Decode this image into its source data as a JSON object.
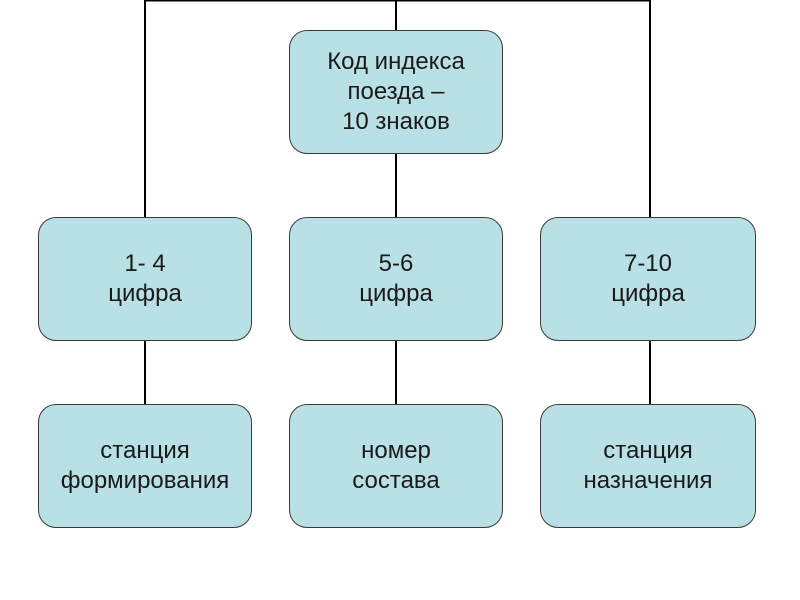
{
  "diagram": {
    "root": {
      "lines": [
        "Код индекса",
        "поезда –",
        "10 знаков"
      ]
    },
    "digits": [
      {
        "lines": [
          "1- 4",
          "цифра"
        ]
      },
      {
        "lines": [
          "5-6",
          "цифра"
        ]
      },
      {
        "lines": [
          "7-10",
          "цифра"
        ]
      }
    ],
    "meanings": [
      {
        "lines": [
          "станция",
          "формирования"
        ]
      },
      {
        "lines": [
          "номер",
          "состава"
        ]
      },
      {
        "lines": [
          "станция",
          "назначения"
        ]
      }
    ]
  },
  "colors": {
    "box_fill": "#b9e0e4",
    "box_border": "#3a3a3a",
    "connector": "#000000"
  }
}
